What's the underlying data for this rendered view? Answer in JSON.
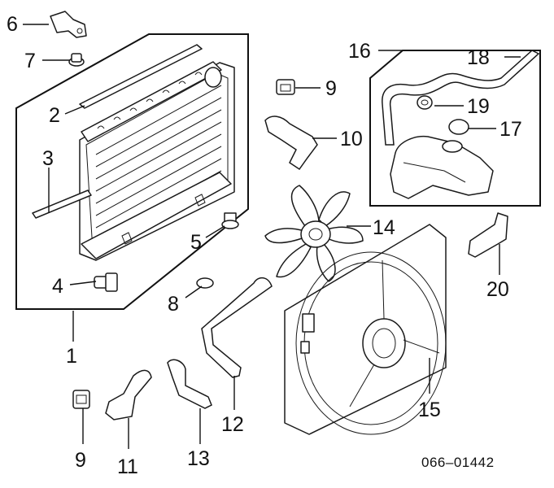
{
  "diagram": {
    "code": "066–01442",
    "callouts": [
      {
        "id": "1",
        "name": "radiator-assembly"
      },
      {
        "id": "2",
        "name": "radiator-seal-upper"
      },
      {
        "id": "3",
        "name": "radiator-seal-side"
      },
      {
        "id": "4",
        "name": "drain-cock"
      },
      {
        "id": "5",
        "name": "mount-bolt"
      },
      {
        "id": "6",
        "name": "radiator-bracket"
      },
      {
        "id": "7",
        "name": "mount-cushion-upper"
      },
      {
        "id": "8",
        "name": "mount-cushion-lower"
      },
      {
        "id": "9",
        "name": "hose-clamp"
      },
      {
        "id": "10",
        "name": "upper-radiator-hose"
      },
      {
        "id": "11",
        "name": "lower-radiator-hose"
      },
      {
        "id": "12",
        "name": "bypass-hose"
      },
      {
        "id": "13",
        "name": "heater-hose"
      },
      {
        "id": "14",
        "name": "cooling-fan"
      },
      {
        "id": "15",
        "name": "fan-shroud"
      },
      {
        "id": "16",
        "name": "reservoir-assembly"
      },
      {
        "id": "17",
        "name": "reservoir-cap"
      },
      {
        "id": "18",
        "name": "overflow-hose"
      },
      {
        "id": "19",
        "name": "overflow-hose-clamp"
      },
      {
        "id": "20",
        "name": "reservoir-bracket"
      }
    ]
  }
}
